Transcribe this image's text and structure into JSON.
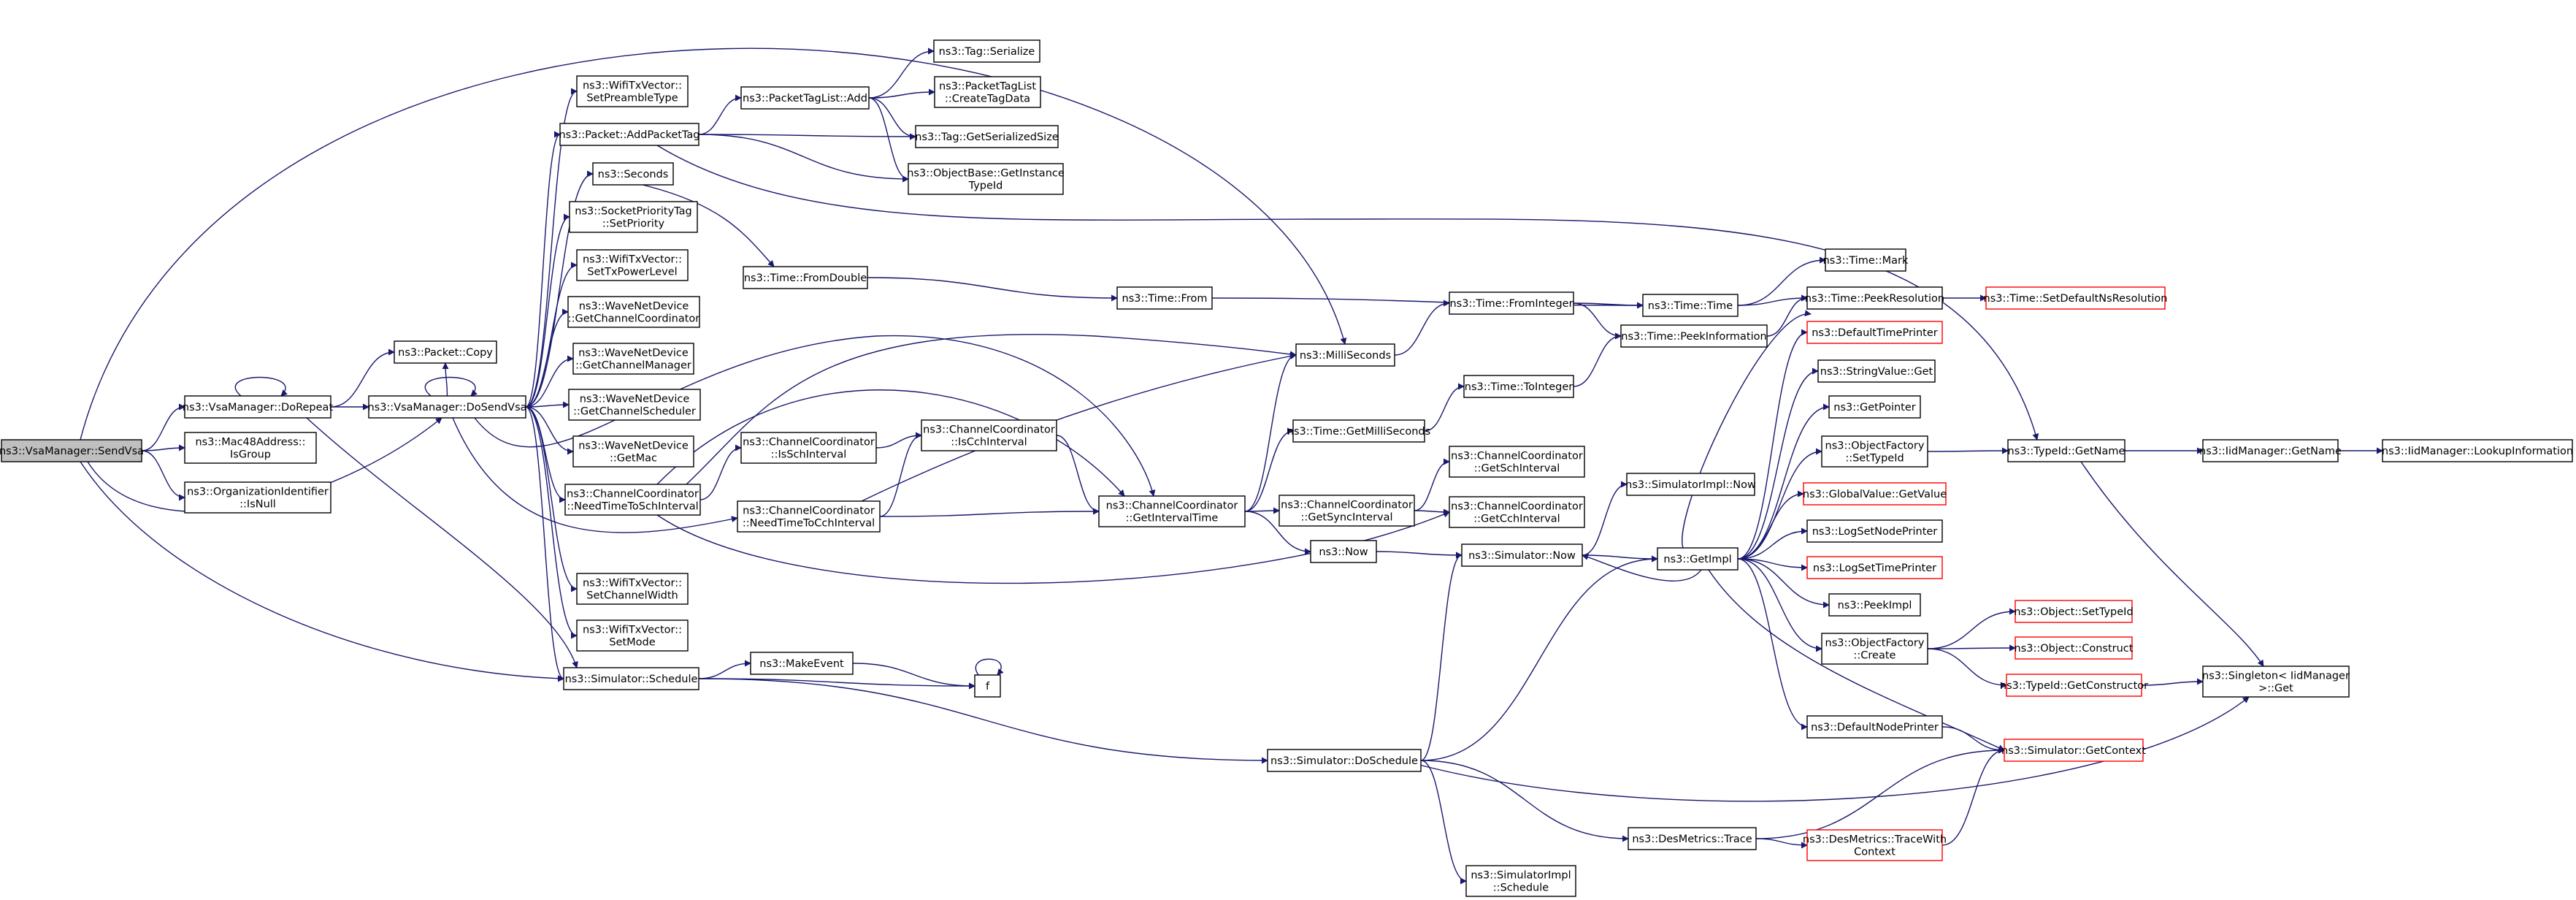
{
  "diagram": {
    "title": "",
    "edge_color": "#191970",
    "node_border": "#000000",
    "node_border_undocumented": "#ff0000",
    "root_fill": "#bfbfbf",
    "nodes": [
      {
        "id": "sendvsa",
        "lines": [
          "ns3::VsaManager::SendVsa"
        ],
        "root": true
      },
      {
        "id": "dorepeat",
        "lines": [
          "ns3::VsaManager::DoRepeat"
        ]
      },
      {
        "id": "mac48",
        "lines": [
          "ns3::Mac48Address::",
          "IsGroup"
        ]
      },
      {
        "id": "orgid",
        "lines": [
          "ns3::OrganizationIdentifier",
          "::IsNull"
        ]
      },
      {
        "id": "dosendvsa",
        "lines": [
          "ns3::VsaManager::DoSendVsa"
        ]
      },
      {
        "id": "packetcopy",
        "lines": [
          "ns3::Packet::Copy"
        ]
      },
      {
        "id": "schedule",
        "lines": [
          "ns3::Simulator::Schedule"
        ]
      },
      {
        "id": "setpreamble",
        "lines": [
          "ns3::WifiTxVector::",
          "SetPreambleType"
        ]
      },
      {
        "id": "addpackettag",
        "lines": [
          "ns3::Packet::AddPacketTag"
        ]
      },
      {
        "id": "seconds",
        "lines": [
          "ns3::Seconds"
        ]
      },
      {
        "id": "setpriority",
        "lines": [
          "ns3::SocketPriorityTag",
          "::SetPriority"
        ]
      },
      {
        "id": "settxpower",
        "lines": [
          "ns3::WifiTxVector::",
          "SetTxPowerLevel"
        ]
      },
      {
        "id": "getchcoord",
        "lines": [
          "ns3::WaveNetDevice",
          "::GetChannelCoordinator"
        ]
      },
      {
        "id": "getchmgr",
        "lines": [
          "ns3::WaveNetDevice",
          "::GetChannelManager"
        ]
      },
      {
        "id": "getchsched",
        "lines": [
          "ns3::WaveNetDevice",
          "::GetChannelScheduler"
        ]
      },
      {
        "id": "getmac",
        "lines": [
          "ns3::WaveNetDevice",
          "::GetMac"
        ]
      },
      {
        "id": "needsch",
        "lines": [
          "ns3::ChannelCoordinator",
          "::NeedTimeToSchInterval"
        ]
      },
      {
        "id": "setchwidth",
        "lines": [
          "ns3::WifiTxVector::",
          "SetChannelWidth"
        ]
      },
      {
        "id": "setmode",
        "lines": [
          "ns3::WifiTxVector::",
          "SetMode"
        ]
      },
      {
        "id": "makeevent",
        "lines": [
          "ns3::MakeEvent"
        ]
      },
      {
        "id": "f",
        "lines": [
          "f"
        ]
      },
      {
        "id": "ptladd",
        "lines": [
          "ns3::PacketTagList::Add"
        ]
      },
      {
        "id": "tagserialize",
        "lines": [
          "ns3::Tag::Serialize"
        ]
      },
      {
        "id": "createtagdata",
        "lines": [
          "ns3::PacketTagList",
          "::CreateTagData"
        ]
      },
      {
        "id": "getserialsize",
        "lines": [
          "ns3::Tag::GetSerializedSize"
        ]
      },
      {
        "id": "getinstance",
        "lines": [
          "ns3::ObjectBase::GetInstance",
          "TypeId"
        ]
      },
      {
        "id": "fromdouble",
        "lines": [
          "ns3::Time::FromDouble"
        ]
      },
      {
        "id": "isschint",
        "lines": [
          "ns3::ChannelCoordinator",
          "::IsSchInterval"
        ]
      },
      {
        "id": "needcch",
        "lines": [
          "ns3::ChannelCoordinator",
          "::NeedTimeToCchInterval"
        ]
      },
      {
        "id": "iscchint",
        "lines": [
          "ns3::ChannelCoordinator",
          "::IsCchInterval"
        ]
      },
      {
        "id": "timefrom",
        "lines": [
          "ns3::Time::From"
        ]
      },
      {
        "id": "getintervaltime",
        "lines": [
          "ns3::ChannelCoordinator",
          "::GetIntervalTime"
        ]
      },
      {
        "id": "milliseconds",
        "lines": [
          "ns3::MilliSeconds"
        ]
      },
      {
        "id": "getmilliseconds",
        "lines": [
          "ns3::Time::GetMilliSeconds"
        ]
      },
      {
        "id": "now",
        "lines": [
          "ns3::Now"
        ]
      },
      {
        "id": "getsyncint",
        "lines": [
          "ns3::ChannelCoordinator",
          "::GetSyncInterval"
        ]
      },
      {
        "id": "getschint",
        "lines": [
          "ns3::ChannelCoordinator",
          "::GetSchInterval"
        ]
      },
      {
        "id": "getcchint",
        "lines": [
          "ns3::ChannelCoordinator",
          "::GetCchInterval"
        ]
      },
      {
        "id": "fromint",
        "lines": [
          "ns3::Time::FromInteger"
        ]
      },
      {
        "id": "toint",
        "lines": [
          "ns3::Time::ToInteger"
        ]
      },
      {
        "id": "simimplnow",
        "lines": [
          "ns3::SimulatorImpl::Now"
        ]
      },
      {
        "id": "simnow",
        "lines": [
          "ns3::Simulator::Now"
        ]
      },
      {
        "id": "doschedule",
        "lines": [
          "ns3::Simulator::DoSchedule"
        ]
      },
      {
        "id": "desmetricstrace",
        "lines": [
          "ns3::DesMetrics::Trace"
        ]
      },
      {
        "id": "simimplsched",
        "lines": [
          "ns3::SimulatorImpl",
          "::Schedule"
        ]
      },
      {
        "id": "timemark",
        "lines": [
          "ns3::Time::Mark"
        ]
      },
      {
        "id": "timetime",
        "lines": [
          "ns3::Time::Time"
        ]
      },
      {
        "id": "peekinfo",
        "lines": [
          "ns3::Time::PeekInformation"
        ]
      },
      {
        "id": "peekres",
        "lines": [
          "ns3::Time::PeekResolution"
        ]
      },
      {
        "id": "getimpl",
        "lines": [
          "ns3::GetImpl"
        ]
      },
      {
        "id": "defaulttimeprinter",
        "lines": [
          "ns3::DefaultTimePrinter"
        ],
        "red": true
      },
      {
        "id": "stringvalueget",
        "lines": [
          "ns3::StringValue::Get"
        ]
      },
      {
        "id": "getpointer",
        "lines": [
          "ns3::GetPointer"
        ]
      },
      {
        "id": "ofsettypeid",
        "lines": [
          "ns3::ObjectFactory",
          "::SetTypeId"
        ]
      },
      {
        "id": "globalvalueget",
        "lines": [
          "ns3::GlobalValue::GetValue"
        ],
        "red": true
      },
      {
        "id": "logsetnode",
        "lines": [
          "ns3::LogSetNodePrinter"
        ]
      },
      {
        "id": "logsettime",
        "lines": [
          "ns3::LogSetTimePrinter"
        ],
        "red": true
      },
      {
        "id": "peekimpl",
        "lines": [
          "ns3::PeekImpl"
        ]
      },
      {
        "id": "ofcreate",
        "lines": [
          "ns3::ObjectFactory",
          "::Create"
        ]
      },
      {
        "id": "defaultnodeprinter",
        "lines": [
          "ns3::DefaultNodePrinter"
        ]
      },
      {
        "id": "desmetricstracewith",
        "lines": [
          "ns3::DesMetrics::TraceWith",
          "Context"
        ],
        "red": true
      },
      {
        "id": "setdefaultns",
        "lines": [
          "ns3::Time::SetDefaultNsResolution"
        ],
        "red": true
      },
      {
        "id": "typeidgetname",
        "lines": [
          "ns3::TypeId::GetName"
        ]
      },
      {
        "id": "objsettypeid",
        "lines": [
          "ns3::Object::SetTypeId"
        ],
        "red": true
      },
      {
        "id": "objconstruct",
        "lines": [
          "ns3::Object::Construct"
        ],
        "red": true
      },
      {
        "id": "typeidgetctor",
        "lines": [
          "ns3::TypeId::GetConstructor"
        ],
        "red": true
      },
      {
        "id": "simgetcontext",
        "lines": [
          "ns3::Simulator::GetContext"
        ],
        "red": true
      },
      {
        "id": "iidmgrgetname",
        "lines": [
          "ns3::IidManager::GetName"
        ]
      },
      {
        "id": "singletonget",
        "lines": [
          "ns3::Singleton< IidManager",
          ">::Get"
        ]
      },
      {
        "id": "iidmgrlookup",
        "lines": [
          "ns3::IidManager::LookupInformation"
        ]
      }
    ]
  }
}
